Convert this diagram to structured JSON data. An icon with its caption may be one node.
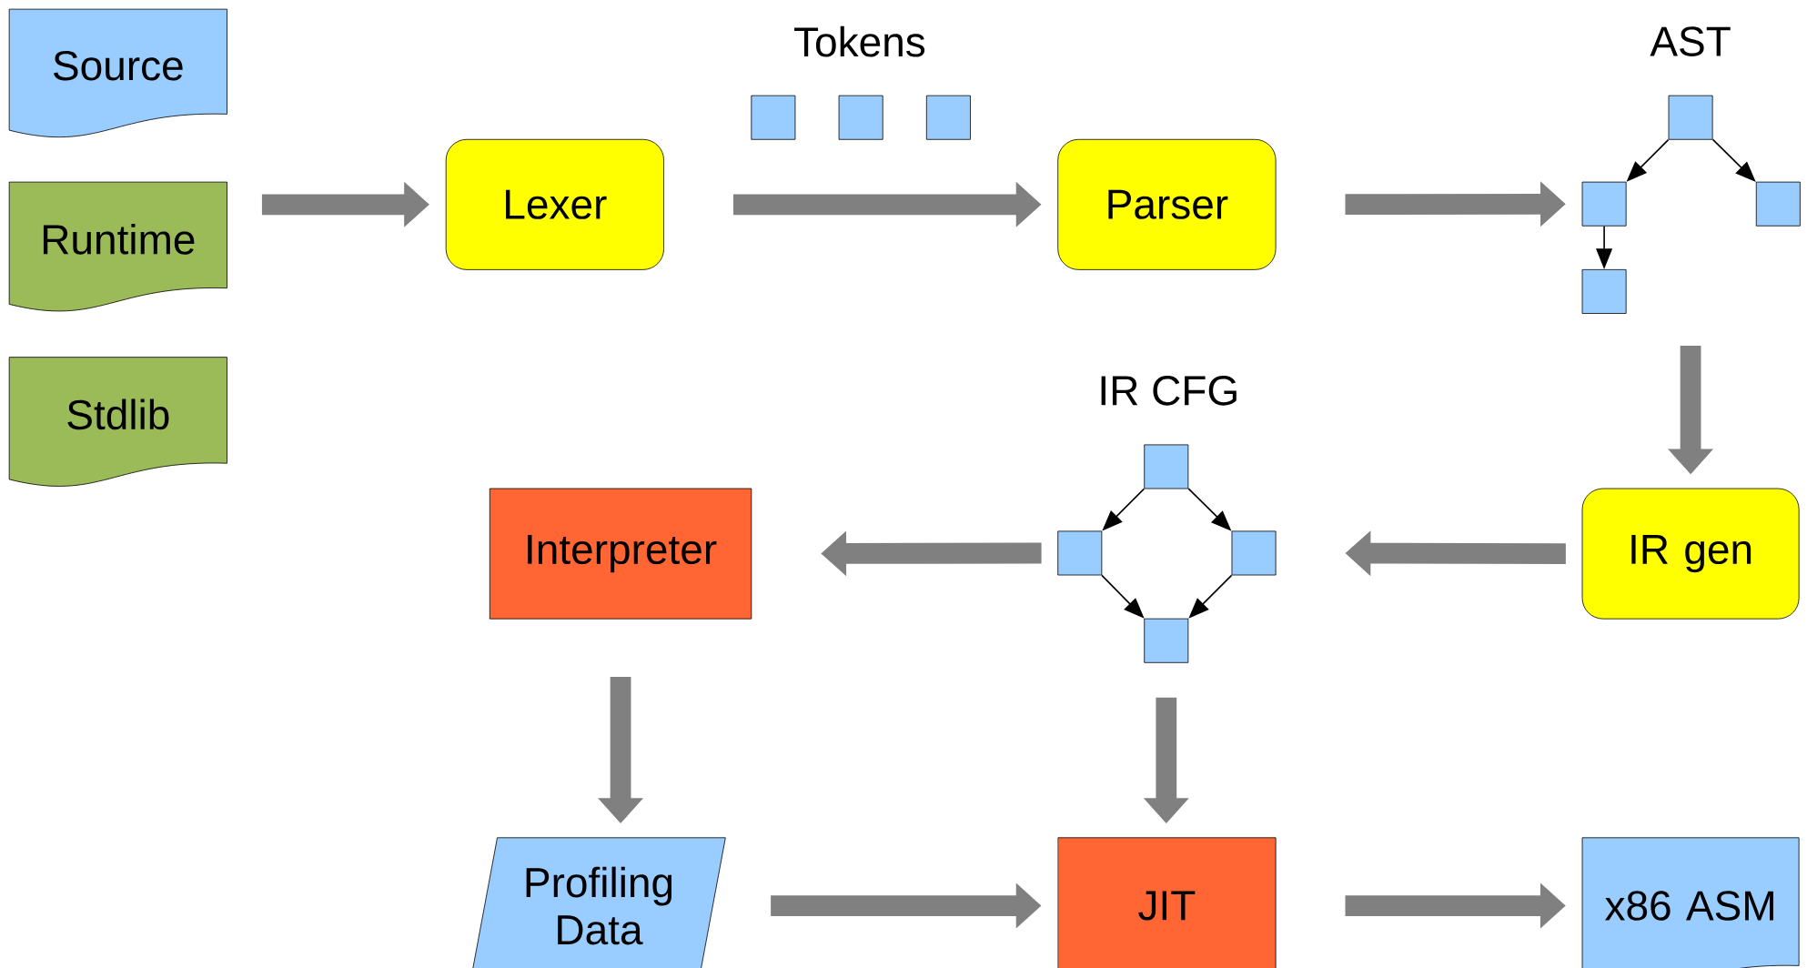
{
  "diagram": {
    "nodes": [
      {
        "text": [
          "Source"
        ]
      },
      {
        "text": [
          "Runtime"
        ]
      },
      {
        "text": [
          "Stdlib"
        ]
      },
      {
        "text": [
          "Lexer"
        ]
      },
      {
        "text": [],
        "shape": "box"
      },
      {
        "text": [],
        "shape": "box"
      },
      {
        "text": [],
        "shape": "box"
      },
      {
        "text": [
          "Parser"
        ]
      },
      {
        "text": [],
        "shape": "box"
      },
      {
        "text": [],
        "shape": "box"
      },
      {
        "text": [],
        "shape": "box"
      },
      {
        "text": [],
        "shape": "box"
      },
      {
        "text": [
          "IR gen"
        ]
      },
      {
        "text": [],
        "shape": "box"
      },
      {
        "text": [],
        "shape": "box"
      },
      {
        "text": [],
        "shape": "box"
      },
      {
        "text": [],
        "shape": "box"
      },
      {
        "text": [
          "Interpreter"
        ]
      },
      {
        "text": [
          "Profiling Data"
        ]
      },
      {
        "text": [
          "JIT"
        ]
      },
      {
        "text": [
          "x86 ASM"
        ]
      }
    ],
    "edges": [
      {
        "from": 1,
        "to": 3,
        "arrow": "to"
      },
      {
        "from": 3,
        "to": 7,
        "arrow": "to"
      },
      {
        "from": 7,
        "to": 9,
        "arrow": "to"
      },
      {
        "from": 8,
        "to": 9,
        "arrow": "to",
        "color": "#000000"
      },
      {
        "from": 8,
        "to": 10,
        "arrow": "to",
        "color": "#000000"
      },
      {
        "from": 9,
        "to": 11,
        "arrow": "to",
        "color": "#000000"
      },
      {
        "from": null,
        "to": 12,
        "arrow": "to"
      },
      {
        "from": 12,
        "to": 15,
        "arrow": "to"
      },
      {
        "from": 13,
        "to": 14,
        "arrow": "to",
        "color": "#000000"
      },
      {
        "from": 13,
        "to": 15,
        "arrow": "to",
        "color": "#000000"
      },
      {
        "from": 14,
        "to": 16,
        "arrow": "to",
        "color": "#000000"
      },
      {
        "from": 15,
        "to": 16,
        "arrow": "to",
        "color": "#000000"
      },
      {
        "from": 14,
        "to": 17,
        "arrow": "to"
      },
      {
        "from": 17,
        "to": 18,
        "arrow": "to"
      },
      {
        "from": 16,
        "to": 19,
        "arrow": "to"
      },
      {
        "from": 18,
        "to": 19,
        "arrow": "to"
      },
      {
        "from": 19,
        "to": 20,
        "arrow": "to"
      }
    ],
    "labels": [
      "Tokens",
      "AST",
      "IR CFG"
    ]
  }
}
